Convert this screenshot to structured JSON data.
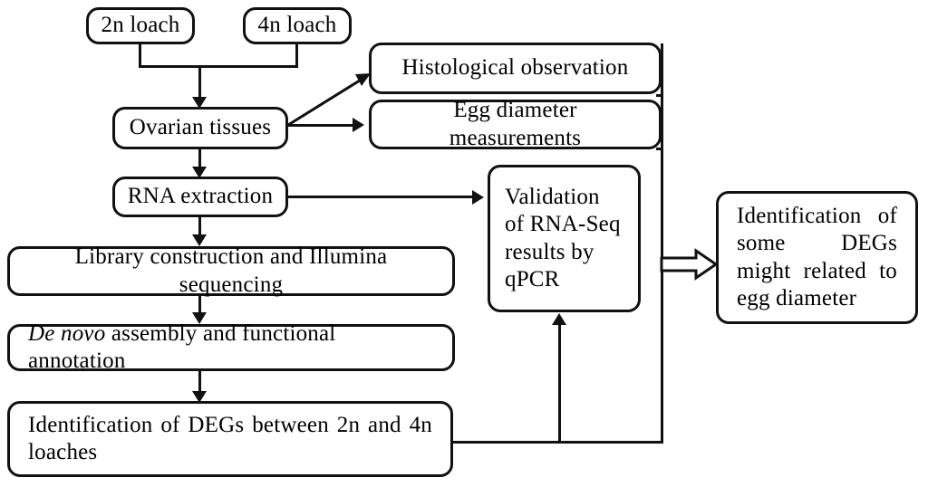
{
  "diagram": {
    "title": "Experimental workflow for transcriptome analysis of 2n and 4n loach ovaries",
    "line_color": "#111111",
    "background_color": "#ffffff",
    "nodes": [
      {
        "id": "n1",
        "label": "2n loach"
      },
      {
        "id": "n2",
        "label": "4n loach"
      },
      {
        "id": "n3",
        "label": "Ovarian tissues"
      },
      {
        "id": "n4",
        "label": "Histological observation"
      },
      {
        "id": "n5",
        "label": "Egg diameter measurements"
      },
      {
        "id": "n6",
        "label": "RNA extraction"
      },
      {
        "id": "n7",
        "label": "Library construction and Illumina sequencing"
      },
      {
        "id": "n8",
        "label_italic": "De novo",
        "label_rest": " assembly and functional annotation"
      },
      {
        "id": "n9",
        "label": "Identification of DEGs between 2n and 4n loaches"
      },
      {
        "id": "n10",
        "label": "Validation of RNA-Seq results by qPCR"
      },
      {
        "id": "n11",
        "label": "Identification of some DEGs might related to egg diameter"
      }
    ],
    "edges": [
      {
        "from": "2n loach",
        "to": "Ovarian tissues",
        "style": "solid-arrow"
      },
      {
        "from": "4n loach",
        "to": "Ovarian tissues",
        "style": "solid-arrow"
      },
      {
        "from": "Ovarian tissues",
        "to": "Histological observation",
        "style": "solid-arrow-diagonal"
      },
      {
        "from": "Ovarian tissues",
        "to": "Egg diameter measurements",
        "style": "solid-arrow"
      },
      {
        "from": "Ovarian tissues",
        "to": "RNA extraction",
        "style": "solid-arrow"
      },
      {
        "from": "RNA extraction",
        "to": "Validation of RNA-Seq results by qPCR",
        "style": "solid-arrow"
      },
      {
        "from": "RNA extraction",
        "to": "Library construction and Illumina sequencing",
        "style": "solid-arrow"
      },
      {
        "from": "Library construction and Illumina sequencing",
        "to": "De novo assembly and functional annotation",
        "style": "solid-arrow"
      },
      {
        "from": "De novo assembly and functional annotation",
        "to": "Identification of DEGs between 2n and 4n loaches",
        "style": "solid-arrow"
      },
      {
        "from": "Identification of DEGs between 2n and 4n loaches",
        "to": "Validation of RNA-Seq results by qPCR",
        "style": "solid-arrow"
      },
      {
        "from": "Histological observation / Egg diameter measurements / DEGs",
        "to": "Identification of some DEGs might related to egg diameter",
        "style": "hollow-block-arrow"
      }
    ]
  }
}
